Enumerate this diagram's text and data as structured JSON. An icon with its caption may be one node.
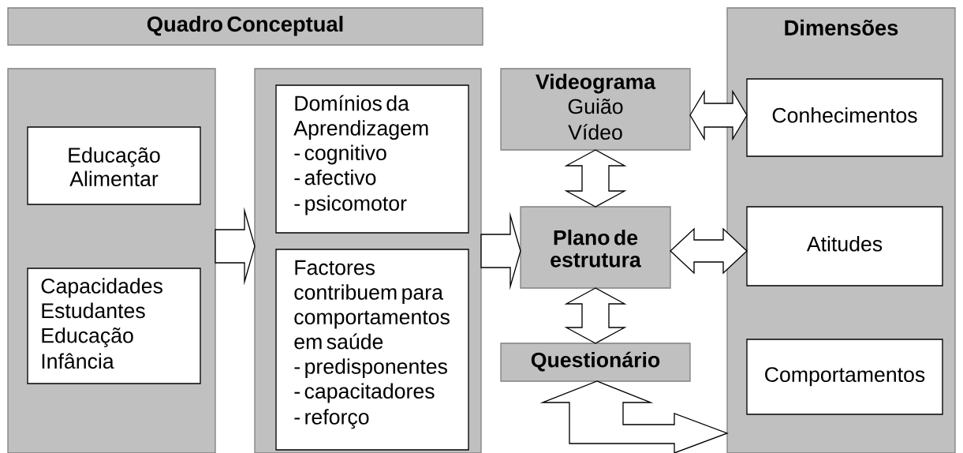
{
  "diagram": {
    "nodes": [
      {
        "text": [
          "Quadro Conceptual"
        ]
      },
      {
        "text": [],
        "shape": "box"
      },
      {
        "text": [
          "Educação Alimentar"
        ],
        "in": 1
      },
      {
        "text": [
          "Capacidades",
          "Estudantes",
          "Educação",
          "Infância"
        ],
        "in": 1
      },
      {
        "text": [],
        "shape": "box"
      },
      {
        "text": [
          "Domínios da Aprendizagem",
          "- cognitivo",
          "- afectivo",
          "- psicomotor"
        ],
        "in": 4
      },
      {
        "text": [
          "Factores contribuem para comportamentos em saúde",
          "- predisponentes",
          "- capacitadores",
          "- reforço"
        ],
        "in": 4
      },
      {
        "text": [
          "Videograma",
          "Guião",
          "Vídeo"
        ]
      },
      {
        "text": [
          "Plano de estrutura"
        ]
      },
      {
        "text": [
          "Questionário"
        ]
      },
      {
        "text": [
          "Dimensões"
        ]
      },
      {
        "text": [
          "Conhecimentos"
        ],
        "in": 10
      },
      {
        "text": [
          "Atitudes"
        ],
        "in": 10
      },
      {
        "text": [
          "Comportamentos"
        ],
        "in": 10
      }
    ],
    "edges": [
      {
        "from": 1,
        "to": 4,
        "arrow": "to"
      },
      {
        "from": 4,
        "to": 8,
        "arrow": "to"
      },
      {
        "from": 7,
        "to": 11,
        "arrow": "both"
      },
      {
        "from": 7,
        "to": 8,
        "arrow": "both"
      },
      {
        "from": 8,
        "to": 12,
        "arrow": "both"
      },
      {
        "from": 8,
        "to": 9,
        "arrow": "both"
      },
      {
        "from": 9,
        "to": 10,
        "arrow": "both"
      }
    ]
  }
}
